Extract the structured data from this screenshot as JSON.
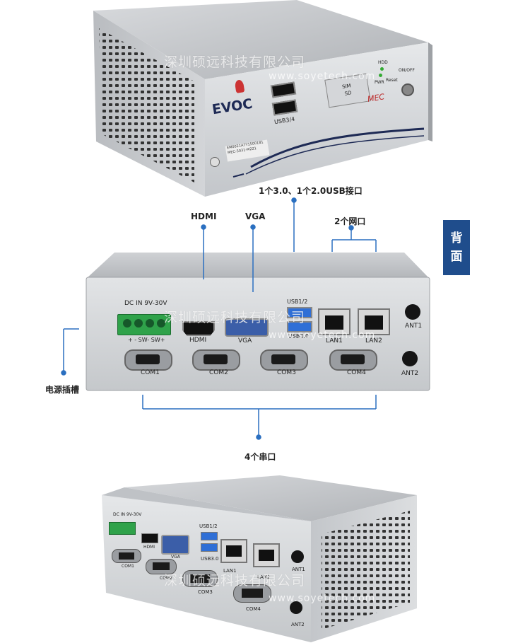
{
  "top_photo": {
    "brand": "EVOC",
    "usb_label": "USB3/4",
    "sim_label": "SIM",
    "sd_label": "SD",
    "hdd_label": "HDD",
    "pwr_label": "PWR",
    "reset_label": "Reset",
    "onoff_label": "ON/OFF",
    "mec_label": "MEC",
    "serial_text": "EM0021A7Y1500181",
    "serial_text2": "MEC-5031-M221"
  },
  "back_photo": {
    "dc_label": "DC IN 9V-30V",
    "power_pins": "+ -  SW-  SW+",
    "hdmi": "HDMI",
    "vga": "VGA",
    "usb12": "USB1/2",
    "usb30": "USB3.0",
    "lan1": "LAN1",
    "lan2": "LAN2",
    "ant1": "ANT1",
    "ant2": "ANT2",
    "com1": "COM1",
    "com2": "COM2",
    "com3": "COM3",
    "com4": "COM4"
  },
  "bottom_photo": {
    "dc_label": "DC IN 9V-30V",
    "hdmi": "HDMI",
    "vga": "VGA",
    "usb12": "USB1/2",
    "usb30": "USB3.0",
    "lan1": "LAN1",
    "lan2": "LAN2",
    "ant1": "ANT1",
    "ant2": "ANT2",
    "com1": "COM1",
    "com2": "COM2",
    "com3": "COM3",
    "com4": "COM4"
  },
  "callouts": {
    "usb": "1个3.0、1个2.0USB接口",
    "hdmi": "HDMI",
    "vga": "VGA",
    "lan": "2个网口",
    "power": "电源插槽",
    "com": "4个串口"
  },
  "side_tag": [
    "背",
    "面"
  ],
  "watermark": {
    "company": "深圳硕远科技有限公司",
    "url": "www.soyetech.com"
  },
  "colors": {
    "callout_line": "#2a6fc0",
    "tag_bg": "#1f4d8c",
    "chassis": "#c9ccd0",
    "usb_blue": "#2f6fd6",
    "vga_blue": "#3b5ea8",
    "terminal_green": "#2fa24a"
  }
}
